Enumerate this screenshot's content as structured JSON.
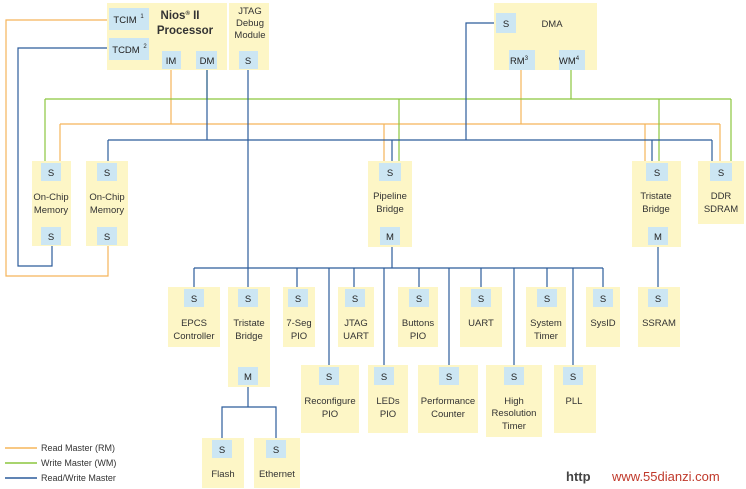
{
  "processor": {
    "title_line1": "Nios",
    "title_reg": "®",
    "title_line1b": " II",
    "title_line2": "Processor",
    "tcim": "TCIM",
    "tcim_sup": "1",
    "tcdm": "TCDM",
    "tcdm_sup": "2",
    "im": "IM",
    "dm": "DM"
  },
  "jtag_debug": {
    "line1": "JTAG",
    "line2": "Debug",
    "line3": "Module",
    "port": "S"
  },
  "dma": {
    "title": "DMA",
    "port_s": "S",
    "rm": "RM",
    "rm_sup": "3",
    "wm": "WM",
    "wm_sup": "4"
  },
  "onchip1": {
    "port_top": "S",
    "line1": "On-Chip",
    "line2": "Memory",
    "port_bottom": "S"
  },
  "onchip2": {
    "port_top": "S",
    "line1": "On-Chip",
    "line2": "Memory",
    "port_bottom": "S"
  },
  "pipeline_bridge": {
    "port_top": "S",
    "line1": "Pipeline",
    "line2": "Bridge",
    "port_bottom": "M"
  },
  "tristate_bridge_top": {
    "port_top": "S",
    "line1": "Tristate",
    "line2": "Bridge",
    "port_bottom": "M"
  },
  "ddr": {
    "port": "S",
    "line1": "DDR",
    "line2": "SDRAM"
  },
  "ssram": {
    "port": "S",
    "line1": "SSRAM"
  },
  "epcs": {
    "port": "S",
    "line1": "EPCS",
    "line2": "Controller"
  },
  "tristate_bridge_low": {
    "port_top": "S",
    "line1": "Tristate",
    "line2": "Bridge",
    "port_bottom": "M"
  },
  "seg7": {
    "port": "S",
    "line1": "7-Seg",
    "line2": "PIO"
  },
  "jtag_uart": {
    "port": "S",
    "line1": "JTAG",
    "line2": "UART"
  },
  "buttons": {
    "port": "S",
    "line1": "Buttons",
    "line2": "PIO"
  },
  "uart": {
    "port": "S",
    "line1": "UART"
  },
  "system_timer": {
    "port": "S",
    "line1": "System",
    "line2": "Timer"
  },
  "sysid": {
    "port": "S",
    "line1": "SysID"
  },
  "reconfigure": {
    "port": "S",
    "line1": "Reconfigure",
    "line2": "PIO"
  },
  "leds": {
    "port": "S",
    "line1": "LEDs",
    "line2": "PIO"
  },
  "perf_counter": {
    "port": "S",
    "line1": "Performance",
    "line2": "Counter"
  },
  "hires_timer": {
    "port": "S",
    "line1": "High",
    "line2": "Resolution",
    "line3": "Timer"
  },
  "pll": {
    "port": "S",
    "line1": "PLL"
  },
  "flash": {
    "port": "S",
    "line1": "Flash"
  },
  "ethernet": {
    "port": "S",
    "line1": "Ethernet"
  },
  "legend": {
    "read": {
      "label": "Read Master (RM)",
      "color": "#f5b55a"
    },
    "write": {
      "label": "Write Master (WM)",
      "color": "#8cc63f"
    },
    "readwrite": {
      "label": "Read/Write Master",
      "color": "#2c5c9b"
    }
  },
  "watermark": {
    "left": "http",
    "right": "www.55dianzi.com"
  }
}
